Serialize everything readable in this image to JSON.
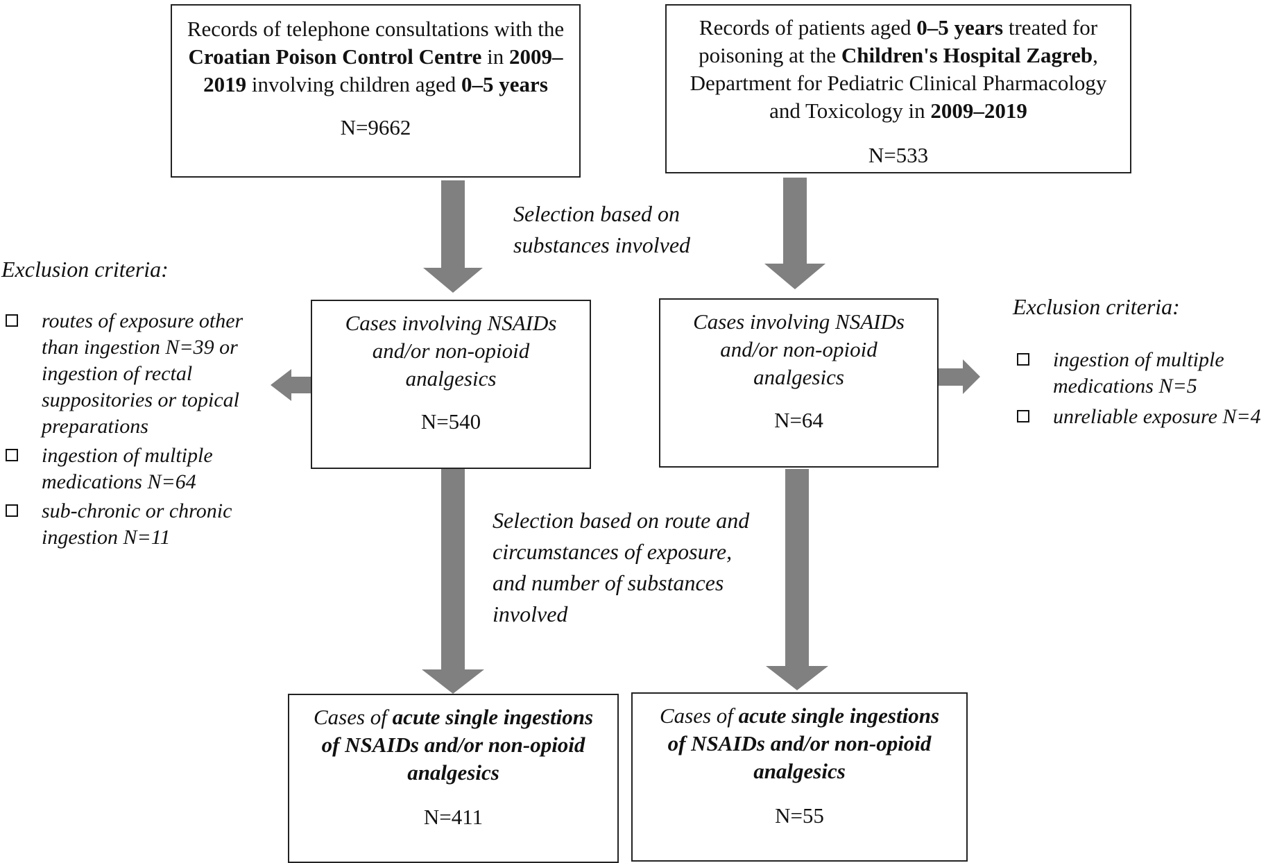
{
  "boxes": {
    "top_left": {
      "segments": [
        {
          "t": "Records of telephone consultations with the ",
          "b": false
        },
        {
          "t": "Croatian Poison Control Centre",
          "b": true
        },
        {
          "t": " in ",
          "b": false
        },
        {
          "t": "2009–2019",
          "b": true
        },
        {
          "t": " involving children aged ",
          "b": false
        },
        {
          "t": "0–5 years",
          "b": true
        }
      ],
      "n": "N=9662"
    },
    "top_right": {
      "segments": [
        {
          "t": "Records of patients aged ",
          "b": false
        },
        {
          "t": "0–5 years",
          "b": true
        },
        {
          "t": " treated for poisoning at the ",
          "b": false
        },
        {
          "t": "Children's Hospital Zagreb",
          "b": true
        },
        {
          "t": ", Department for Pediatric Clinical Pharmacology and Toxicology in ",
          "b": false
        },
        {
          "t": "2009–2019",
          "b": true
        }
      ],
      "n": "N=533"
    },
    "mid_left": {
      "segments": [
        {
          "t": "Cases involving NSAIDs and/or non-opioid analgesics",
          "b": false
        }
      ],
      "n": "N=540"
    },
    "mid_right": {
      "segments": [
        {
          "t": "Cases involving NSAIDs and/or non-opioid analgesics",
          "b": false
        }
      ],
      "n": "N=64"
    },
    "bottom_left": {
      "segments": [
        {
          "t": "Cases of ",
          "b": false
        },
        {
          "t": "acute single ingestions of NSAIDs and/or non-opioid analgesics",
          "b": true
        }
      ],
      "n": "N=411"
    },
    "bottom_right": {
      "segments": [
        {
          "t": "Cases of ",
          "b": false
        },
        {
          "t": "acute single ingestions of NSAIDs and/or non-opioid analgesics",
          "b": true
        }
      ],
      "n": "N=55"
    }
  },
  "notes": {
    "selection1": "Selection based on substances involved",
    "selection2": "Selection based on route and circumstances of exposure, and number of substances involved"
  },
  "exclusion_left": {
    "title": "Exclusion criteria:",
    "items": [
      "routes of exposure other than ingestion N=39 or ingestion of rectal suppositories or topical preparations",
      "ingestion of multiple medications N=64",
      "sub-chronic or chronic ingestion N=11"
    ]
  },
  "exclusion_right": {
    "title": "Exclusion criteria:",
    "items": [
      "ingestion of multiple medications N=5",
      "unreliable exposure N=4"
    ]
  },
  "colors": {
    "arrow": "#808080",
    "border": "#222222"
  }
}
